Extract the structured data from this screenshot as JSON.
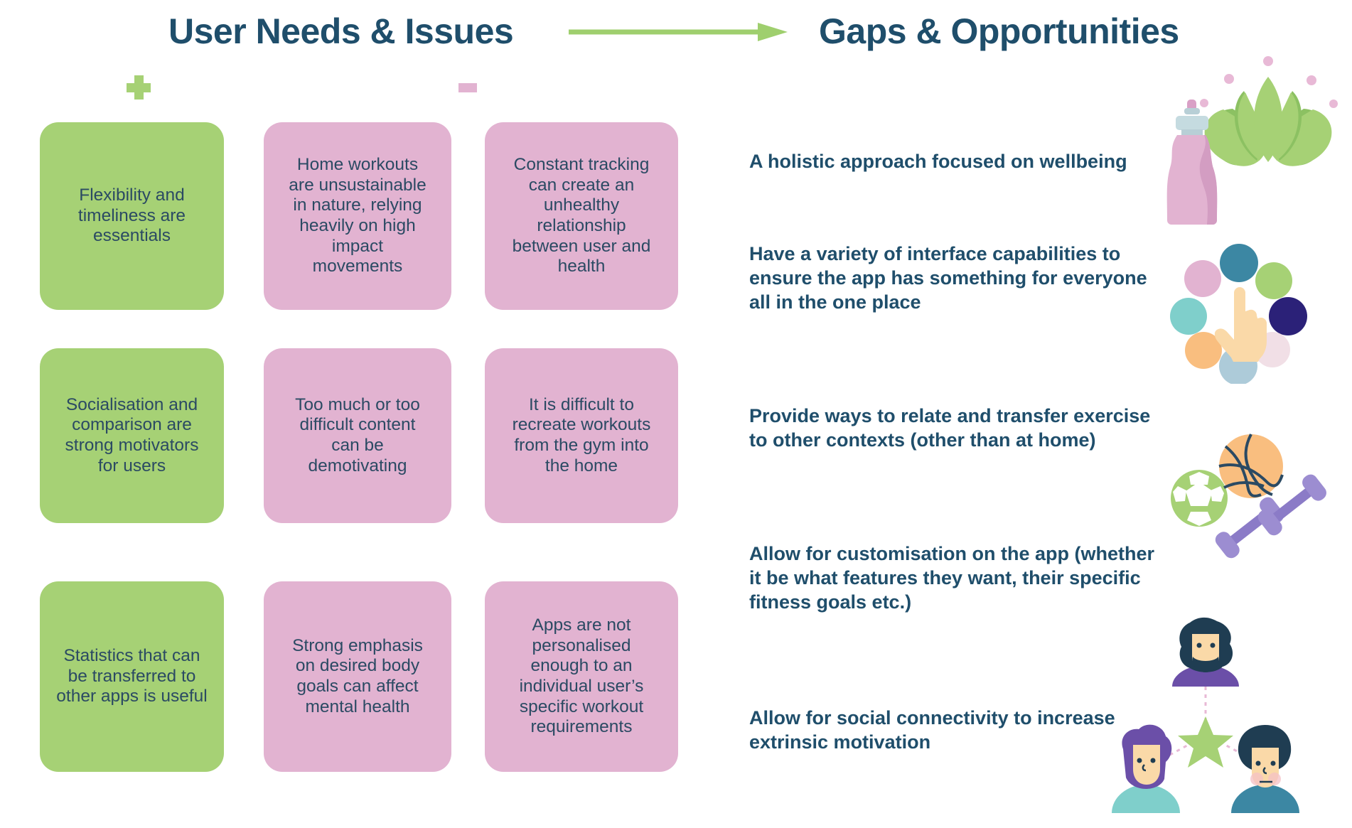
{
  "headings": {
    "left": "User Needs & Issues",
    "right": "Gaps & Opportunities",
    "arrow_icon": "right-arrow-icon"
  },
  "legend": {
    "positive_icon": "plus-icon",
    "negative_icon": "minus-icon",
    "positive_color": "#A6D175",
    "negative_color": "#E2B3D1"
  },
  "colors": {
    "green": "#A6D175",
    "pink": "#E2B3D1",
    "heading_blue": "#1F4E6B",
    "card_text": "#2B4A63",
    "background": "#FFFFFF"
  },
  "cards": [
    {
      "tone": "positive",
      "color": "#A6D175",
      "text": "Flexibility and\ntimeliness are\nessentials"
    },
    {
      "tone": "negative",
      "color": "#E2B3D1",
      "text": "Home workouts\nare unsustainable\nin nature, relying\nheavily on high\nimpact\nmovements"
    },
    {
      "tone": "negative",
      "color": "#E2B3D1",
      "text": "Constant tracking\ncan create an\nunhealthy\nrelationship\nbetween user and\nhealth"
    },
    {
      "tone": "positive",
      "color": "#A6D175",
      "text": "Socialisation and\ncomparison are\nstrong motivators\nfor users"
    },
    {
      "tone": "negative",
      "color": "#E2B3D1",
      "text": "Too much or too\ndifficult content\ncan be\ndemotivating"
    },
    {
      "tone": "negative",
      "color": "#E2B3D1",
      "text": "It is difficult to\nrecreate workouts\nfrom the gym into\nthe home"
    },
    {
      "tone": "positive",
      "color": "#A6D175",
      "text": "Statistics that can\nbe transferred to\nother apps is useful"
    },
    {
      "tone": "negative",
      "color": "#E2B3D1",
      "text": "Strong emphasis\non desired body\ngoals can affect\nmental health"
    },
    {
      "tone": "negative",
      "color": "#E2B3D1",
      "text": "Apps are not\npersonalised\nenough to an\nindividual user’s\nspecific workout\nrequirements"
    }
  ],
  "opportunities": [
    {
      "text": "A holistic approach focused on wellbeing"
    },
    {
      "text": "Have a variety of interface capabilities to\nensure the app has something for everyone\nall in the one place"
    },
    {
      "text": "Provide ways to relate and transfer exercise\nto other contexts (other than at home)"
    },
    {
      "text": "Allow for customisation on the app (whether\nit be what features they want, their specific\nfitness goals etc.)"
    },
    {
      "text": "Allow for social connectivity to increase\nextrinsic motivation"
    }
  ],
  "illustrations": [
    {
      "name": "lotus-flower-and-water-bottle-illustration"
    },
    {
      "name": "pointing-hand-with-colored-dots-illustration"
    },
    {
      "name": "sports-balls-and-dumbbells-illustration"
    },
    {
      "name": "three-people-social-network-illustration"
    }
  ]
}
